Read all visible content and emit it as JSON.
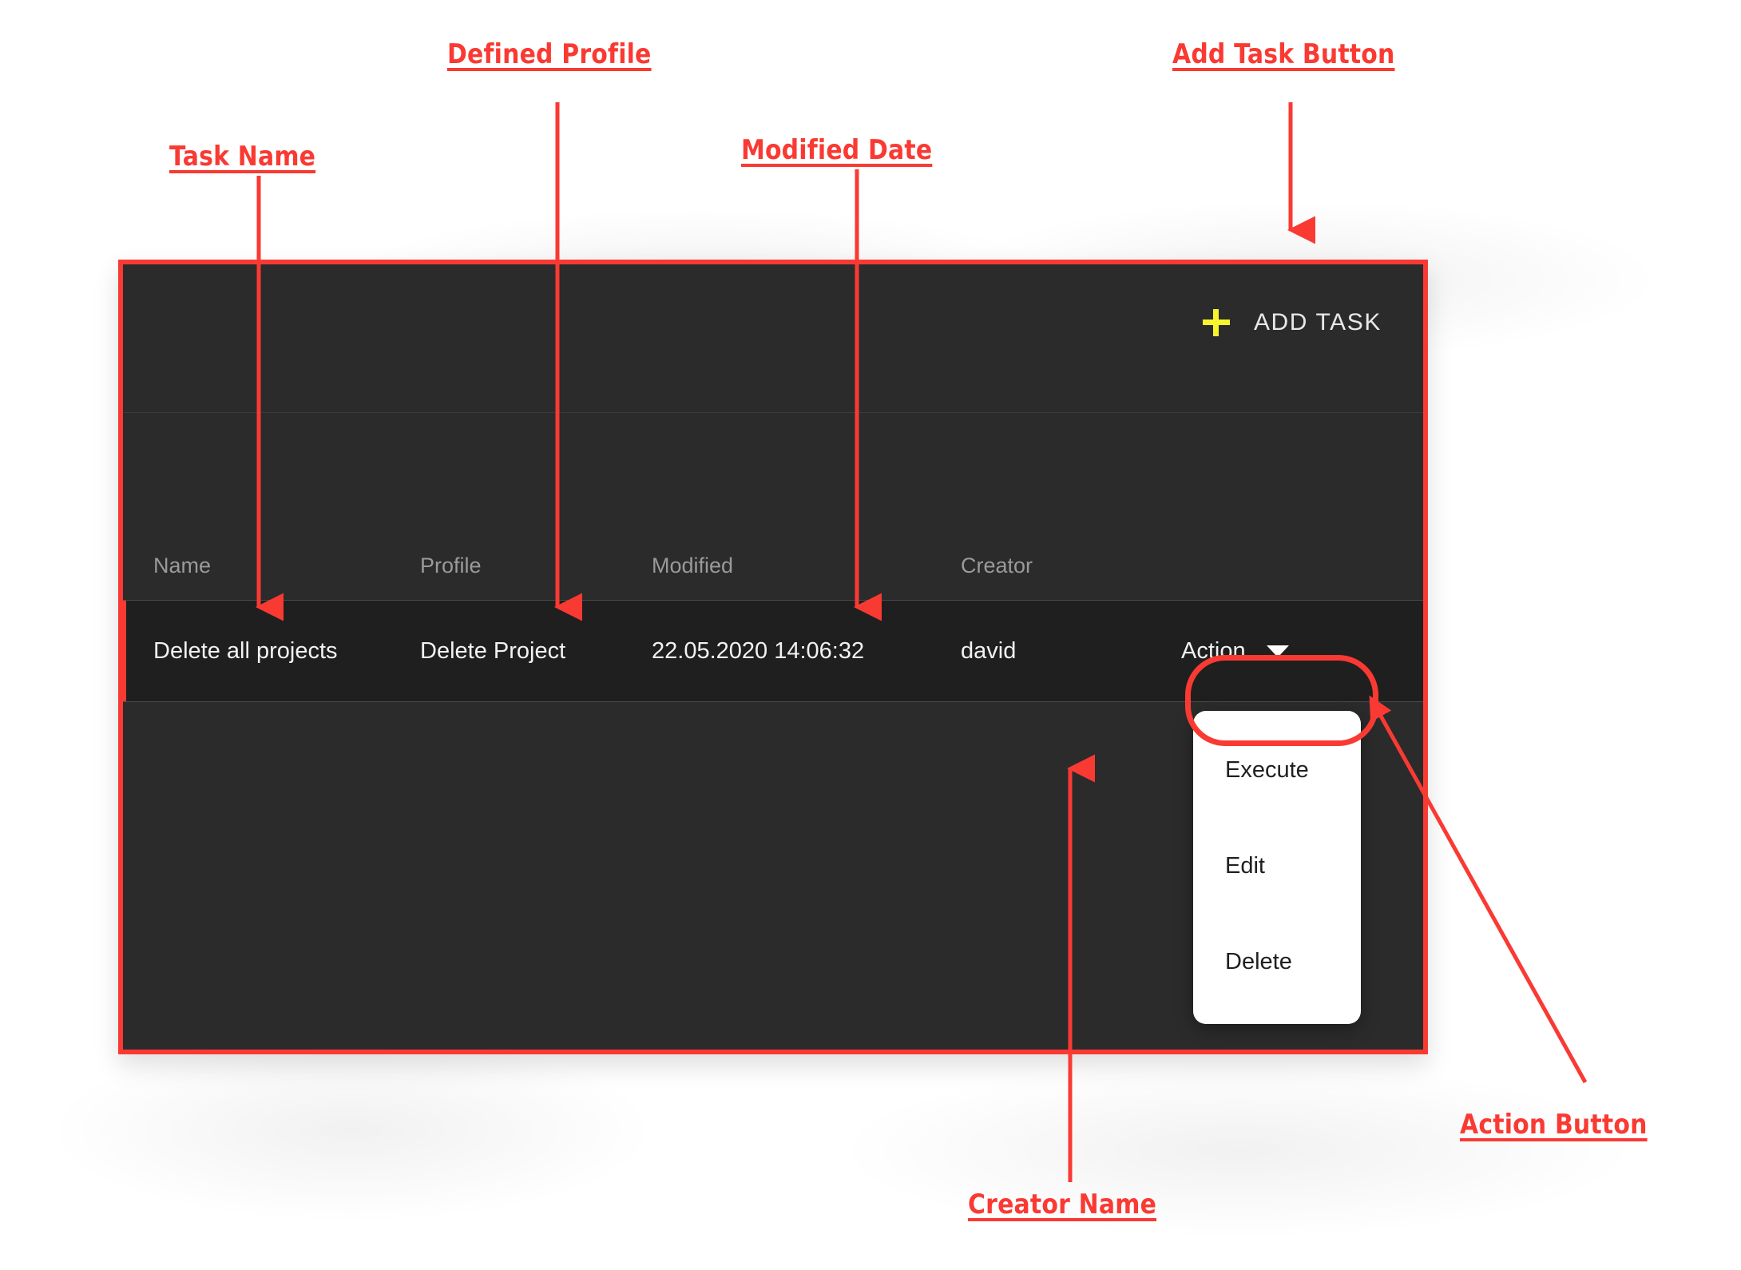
{
  "panel": {
    "header": {
      "add_task_label": "ADD TASK",
      "plus_icon": "plus-icon"
    },
    "table": {
      "columns": [
        "Name",
        "Profile",
        "Modified",
        "Creator"
      ],
      "rows": [
        {
          "name": "Delete all projects",
          "profile": "Delete Project",
          "modified": "22.05.2020 14:06:32",
          "creator": "david",
          "action_label": "Action",
          "action_caret_icon": "chevron-down-icon"
        }
      ]
    },
    "dropdown": {
      "items": [
        "Execute",
        "Edit",
        "Delete"
      ]
    }
  },
  "annotations": [
    {
      "id": "task-name",
      "label": "Task Name"
    },
    {
      "id": "defined-profile",
      "label": "Defined Profile"
    },
    {
      "id": "modified-date",
      "label": "Modified Date"
    },
    {
      "id": "add-task-button",
      "label": "Add Task Button"
    },
    {
      "id": "action-button",
      "label": "Action Button"
    },
    {
      "id": "creator-name",
      "label": "Creator Name"
    }
  ],
  "colors": {
    "annotation_red": "#f93a33",
    "panel_background": "#2b2b2b",
    "row_highlight": "#1f1f1f",
    "plus_yellow": "#f7f32f",
    "menu_background": "#ffffff",
    "header_text": "#9a9a9a",
    "page_background": "#ffffff"
  }
}
